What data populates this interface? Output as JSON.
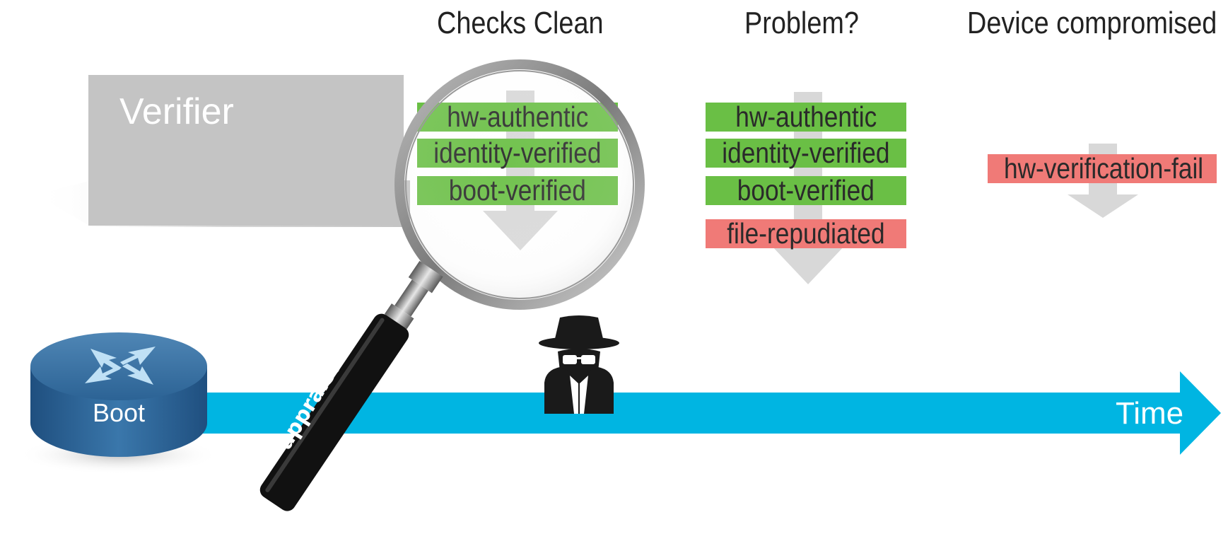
{
  "headings": {
    "stage1": "Checks Clean",
    "stage2": "Problem?",
    "stage3": "Device compromised"
  },
  "verifier": {
    "label": "Verifier"
  },
  "device": {
    "label": "Boot"
  },
  "timeline": {
    "label": "Time"
  },
  "magnifier": {
    "label": "appraisal"
  },
  "stage1_claims": [
    "hw-authentic",
    "identity-verified",
    "boot-verified"
  ],
  "stage2_claims": [
    "hw-authentic",
    "identity-verified",
    "boot-verified",
    "file-repudiated"
  ],
  "stage3_claims": [
    "hw-verification-fail"
  ],
  "colors": {
    "pass": "#6abf45",
    "fail": "#f07a77",
    "timeline": "#00b5e2",
    "verifier": "#c4c4c4",
    "arrow": "#d8d8d8"
  },
  "icons": [
    "router-icon",
    "magnifying-glass-icon",
    "spy-icon"
  ]
}
